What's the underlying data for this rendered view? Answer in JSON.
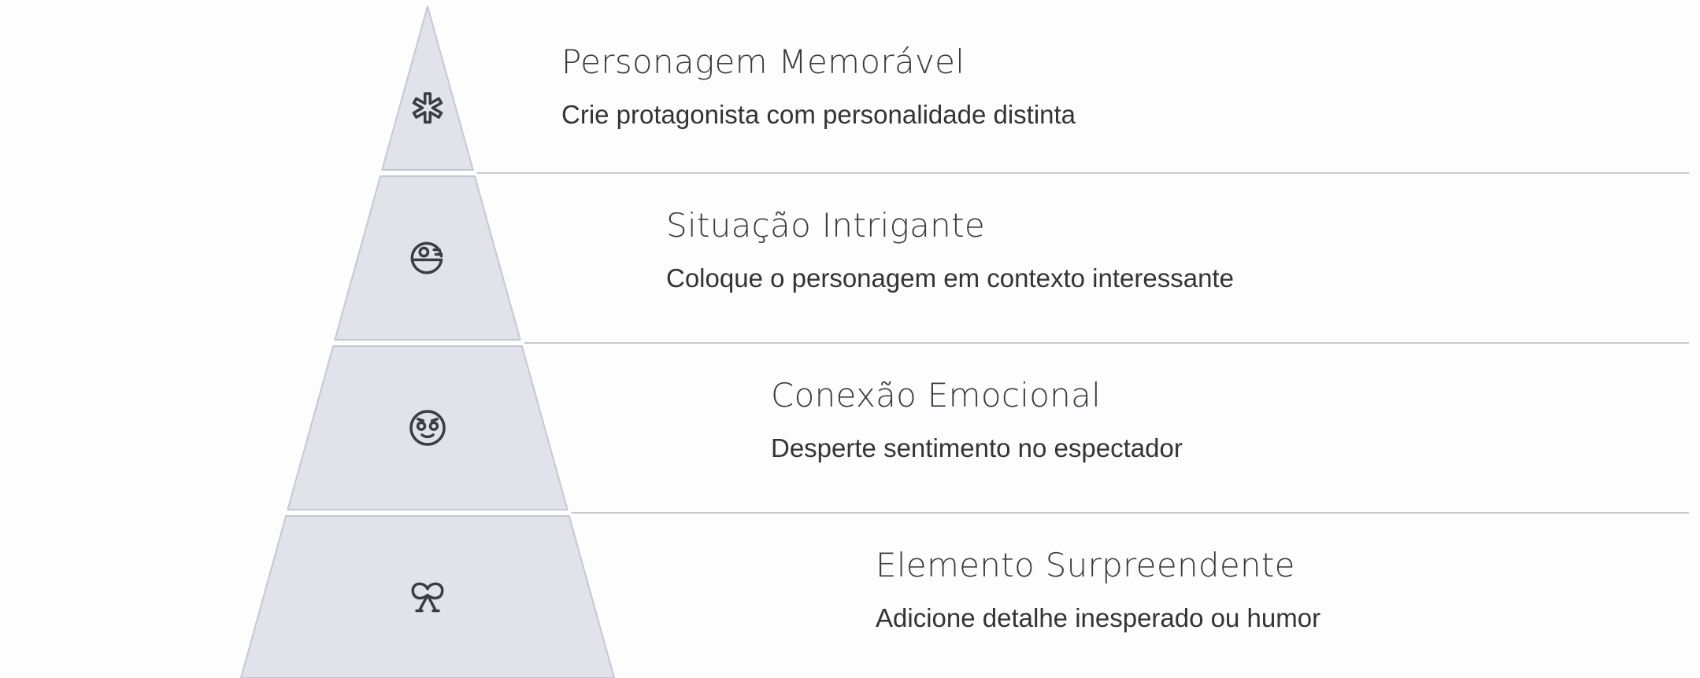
{
  "diagram": {
    "type": "pyramid",
    "colors": {
      "fill": "#e1e2ea",
      "stroke": "#c6c7d3",
      "divider": "#c9c9cf",
      "icon": "#3c3c44",
      "title": "#3a3a42",
      "text": "#333338"
    },
    "levels": [
      {
        "icon": "asterisk-icon",
        "title": "Personagem Memorável",
        "description": "Crie protagonista com personalidade distinta"
      },
      {
        "icon": "death-star-icon",
        "title": "Situação Intrigante",
        "description": "Coloque o personagem em contexto interessante"
      },
      {
        "icon": "mood-crazy-icon",
        "title": "Conexão Emocional",
        "description": "Desperte sentimento no espectador"
      },
      {
        "icon": "pretzel-icon",
        "title": "Elemento Surpreendente",
        "description": "Adicione detalhe inesperado ou humor"
      }
    ]
  }
}
